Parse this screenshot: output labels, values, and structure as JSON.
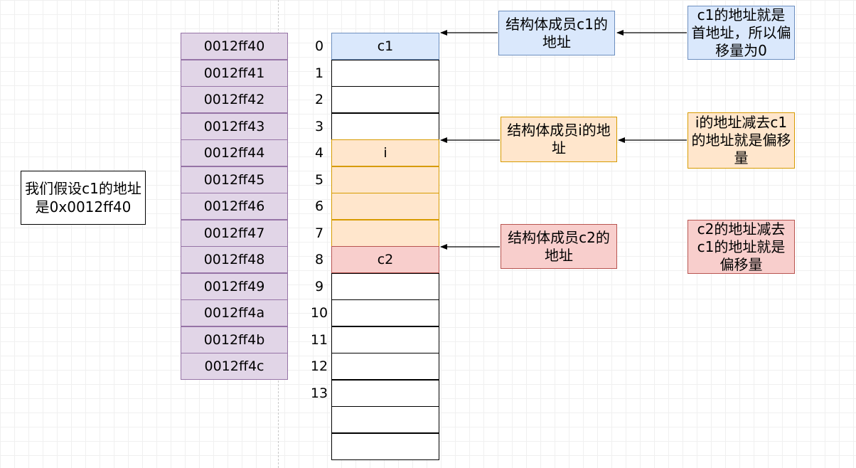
{
  "addresses": [
    "0012ff40",
    "0012ff41",
    "0012ff42",
    "0012ff43",
    "0012ff44",
    "0012ff45",
    "0012ff46",
    "0012ff47",
    "0012ff48",
    "0012ff49",
    "0012ff4a",
    "0012ff4b",
    "0012ff4c"
  ],
  "offsets": [
    "0",
    "1",
    "2",
    "3",
    "4",
    "5",
    "6",
    "7",
    "8",
    "9",
    "10",
    "11",
    "12",
    "13"
  ],
  "cells": [
    {
      "label": "c1",
      "kind": "blue"
    },
    {
      "label": "",
      "kind": "empty"
    },
    {
      "label": "",
      "kind": "empty"
    },
    {
      "label": "",
      "kind": "empty"
    },
    {
      "label": "i",
      "kind": "orange"
    },
    {
      "label": "",
      "kind": "orange"
    },
    {
      "label": "",
      "kind": "orange"
    },
    {
      "label": "",
      "kind": "orange"
    },
    {
      "label": "c2",
      "kind": "red"
    },
    {
      "label": "",
      "kind": "empty"
    },
    {
      "label": "",
      "kind": "empty"
    },
    {
      "label": "",
      "kind": "empty"
    },
    {
      "label": "",
      "kind": "empty"
    },
    {
      "label": "",
      "kind": "empty"
    },
    {
      "label": "",
      "kind": "empty"
    },
    {
      "label": "",
      "kind": "empty"
    }
  ],
  "assumption": "我们假设c1的地址是0x0012ff40",
  "members": {
    "c1": "结构体成员c1的地址",
    "i": "结构体成员i的地址",
    "c2": "结构体成员c2的地址"
  },
  "explanations": {
    "c1": "c1的地址就是首地址，所以偏移量为0",
    "i": "i的地址减去c1的地址就是偏移量",
    "c2": "c2的地址减去c1的地址就是偏移量"
  },
  "colors": {
    "purple_fill": "#e1d5e7",
    "blue_fill": "#dae8fc",
    "orange_fill": "#ffe6cc",
    "red_fill": "#f8cecc"
  }
}
